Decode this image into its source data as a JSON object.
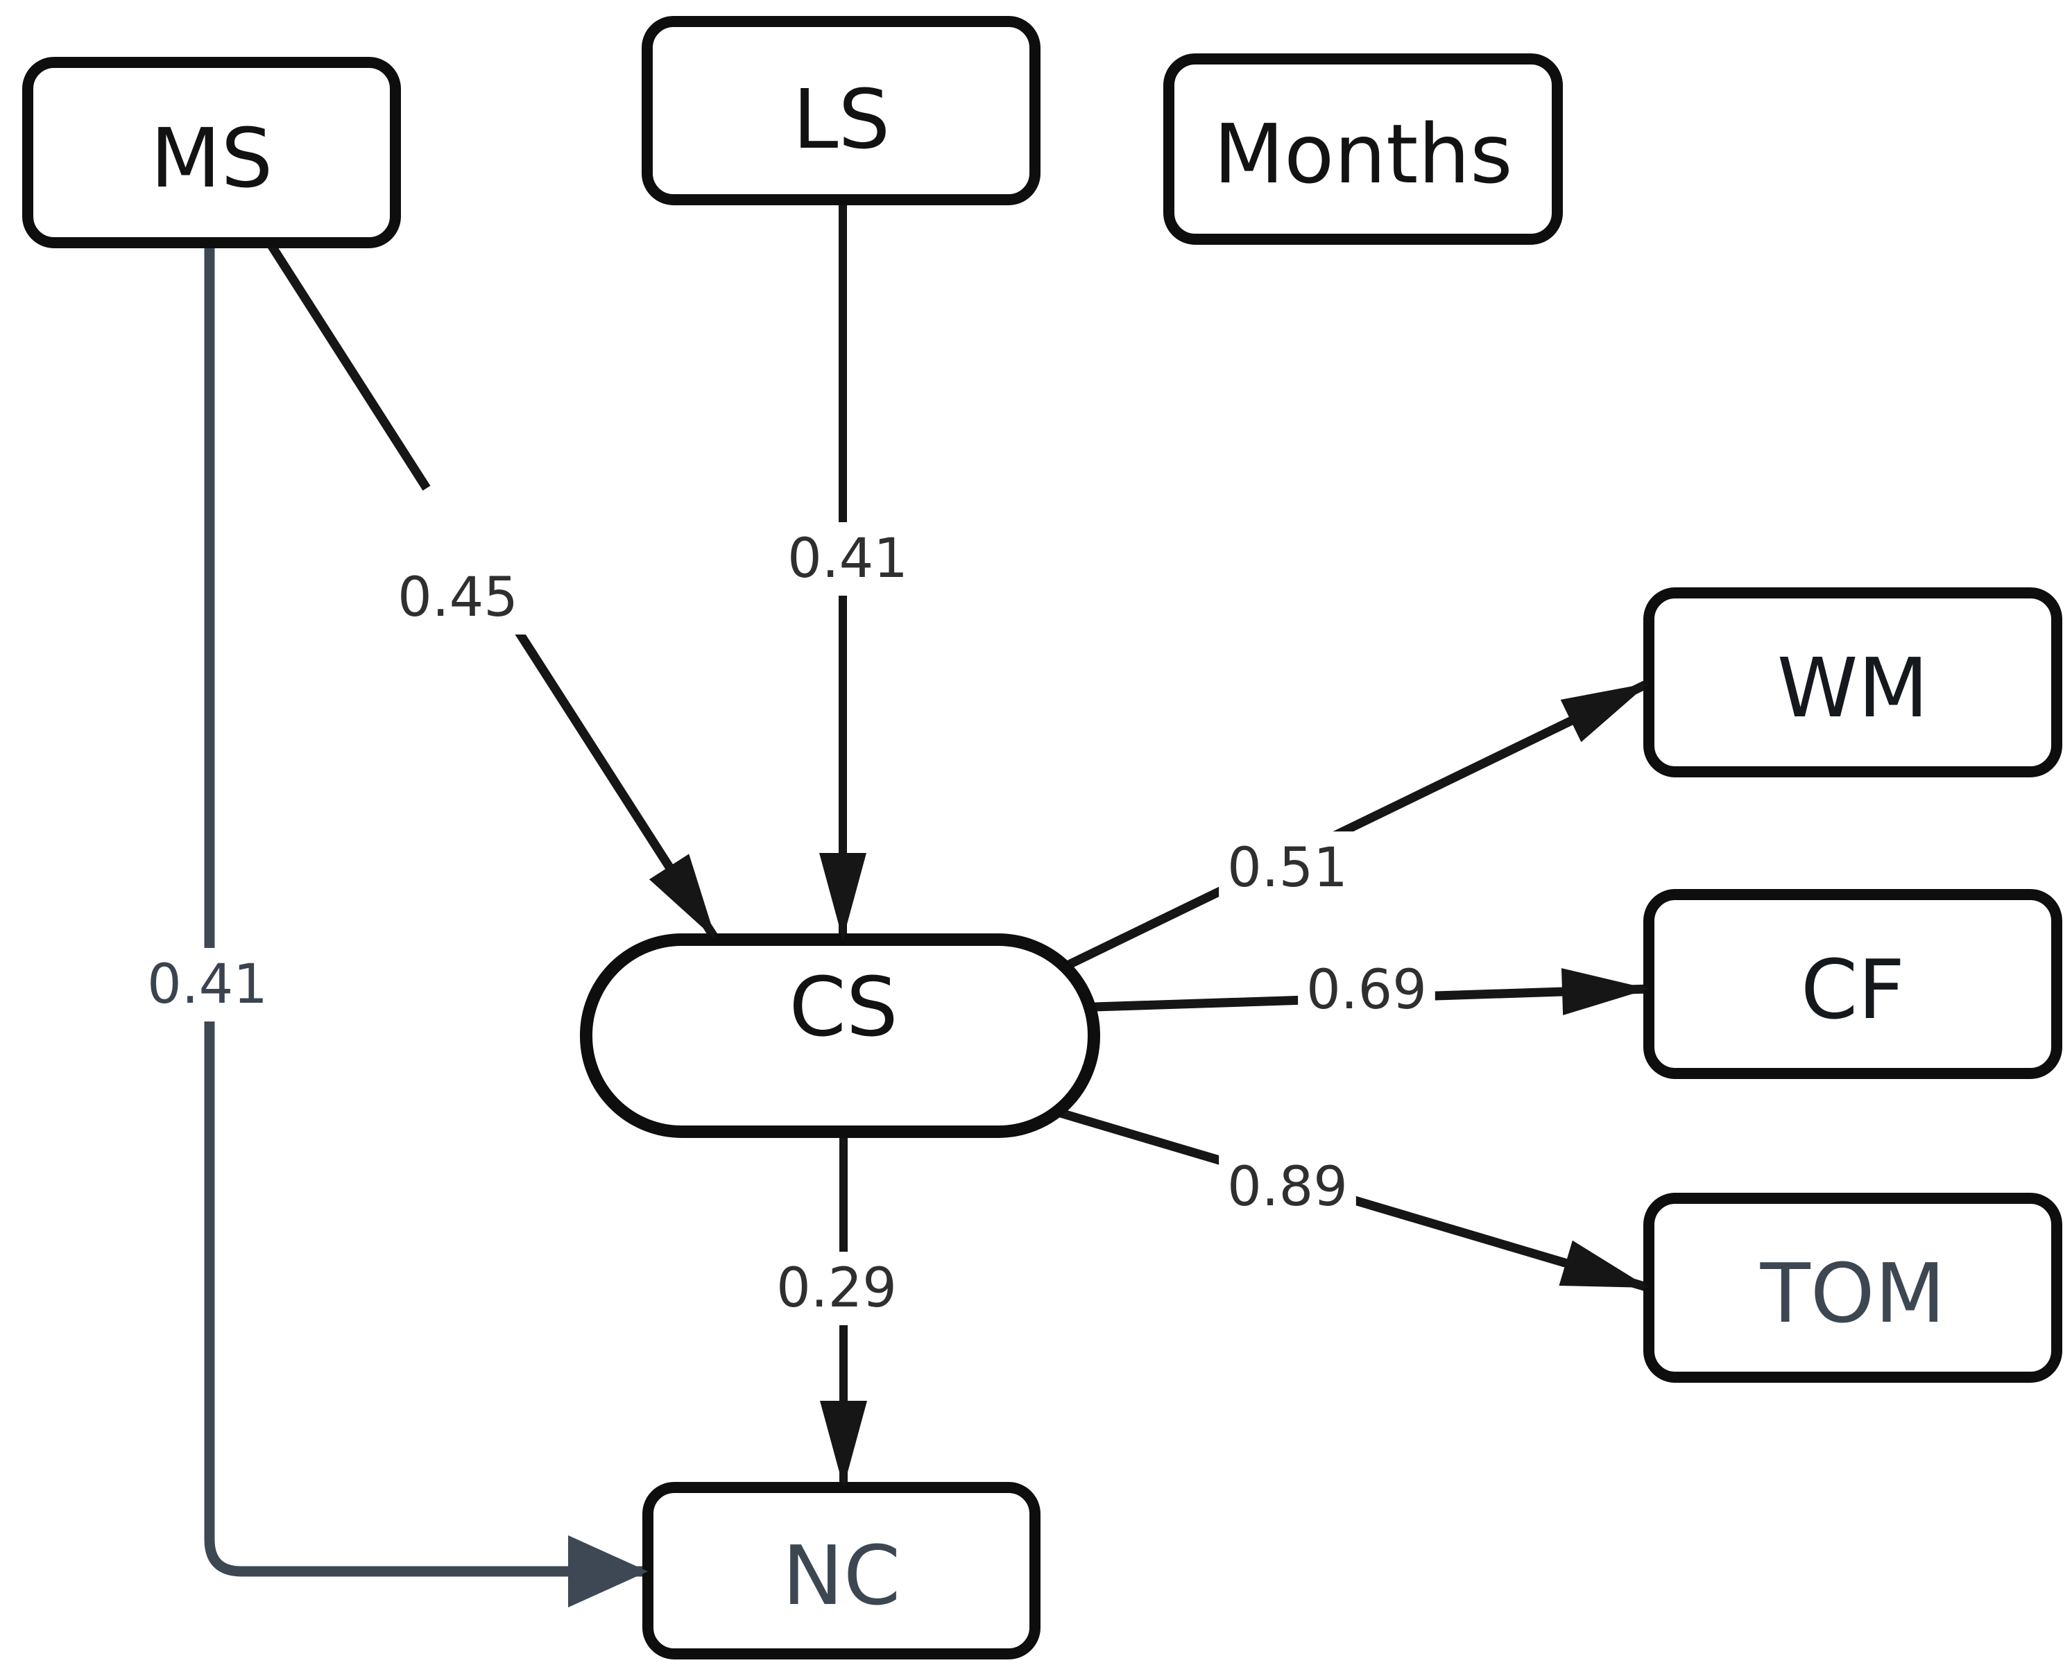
{
  "diagram": {
    "type": "structural-path-diagram",
    "background": "#ffffff",
    "nodes": [
      {
        "id": "ms",
        "label": "MS",
        "shape": "rounded-rect",
        "label_color": "#121212"
      },
      {
        "id": "ls",
        "label": "LS",
        "shape": "rounded-rect",
        "label_color": "#121212"
      },
      {
        "id": "months",
        "label": "Months",
        "shape": "rounded-rect",
        "label_color": "#121212"
      },
      {
        "id": "wm",
        "label": "WM",
        "shape": "rounded-rect",
        "label_color": "#15181c"
      },
      {
        "id": "cf",
        "label": "CF",
        "shape": "rounded-rect",
        "label_color": "#15181c"
      },
      {
        "id": "tom",
        "label": "TOM",
        "shape": "rounded-rect",
        "label_color": "#3d4752"
      },
      {
        "id": "nc",
        "label": "NC",
        "shape": "rounded-rect",
        "label_color": "#3d4752"
      },
      {
        "id": "cs",
        "label": "CS",
        "shape": "stadium",
        "label_color": "#121212"
      }
    ],
    "edges": [
      {
        "id": "ms-cs",
        "from": "MS",
        "to": "CS",
        "weight": "0.45",
        "color": "#161616",
        "label_color": "#2f2f2f"
      },
      {
        "id": "ls-cs",
        "from": "LS",
        "to": "CS",
        "weight": "0.41",
        "color": "#161616",
        "label_color": "#2f2f2f"
      },
      {
        "id": "ms-nc",
        "from": "MS",
        "to": "NC",
        "weight": "0.41",
        "color": "#3e4854",
        "label_color": "#3a434f"
      },
      {
        "id": "cs-wm",
        "from": "CS",
        "to": "WM",
        "weight": "0.51",
        "color": "#161616",
        "label_color": "#2f2f2f"
      },
      {
        "id": "cs-cf",
        "from": "CS",
        "to": "CF",
        "weight": "0.69",
        "color": "#161616",
        "label_color": "#2f2f2f"
      },
      {
        "id": "cs-tom",
        "from": "CS",
        "to": "TOM",
        "weight": "0.89",
        "color": "#161616",
        "label_color": "#2f2f2f"
      },
      {
        "id": "cs-nc",
        "from": "CS",
        "to": "NC",
        "weight": "0.29",
        "color": "#161616",
        "label_color": "#2f2f2f"
      }
    ],
    "colors": {
      "node_border": "#0e0e0e",
      "node_fill": "#ffffff",
      "edge_black": "#161616",
      "edge_gray": "#3e4854",
      "label_background": "#ffffff"
    }
  }
}
